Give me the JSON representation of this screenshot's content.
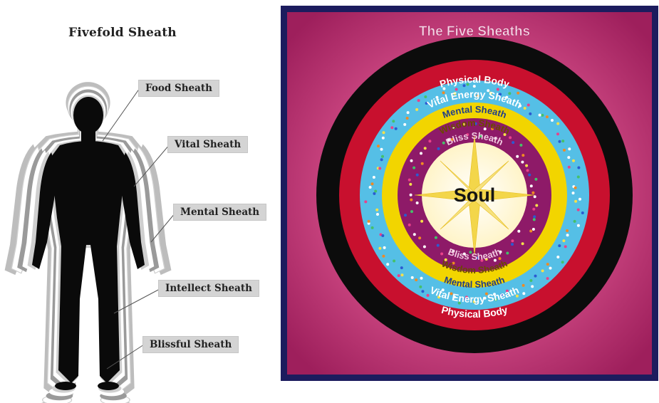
{
  "left_diagram": {
    "title": "Fivefold Sheath",
    "labels": [
      {
        "key": "food",
        "text": "Food Sheath"
      },
      {
        "key": "vital",
        "text": "Vital Sheath"
      },
      {
        "key": "mental",
        "text": "Mental Sheath"
      },
      {
        "key": "intellect",
        "text": "Intellect Sheath"
      },
      {
        "key": "blissful",
        "text": "Blissful Sheath"
      }
    ]
  },
  "right_diagram": {
    "title": "The Five Sheaths",
    "center_label": "Soul",
    "rings": [
      {
        "key": "physical",
        "top_label": "Physical Body",
        "bottom_label": "Physical Body",
        "color": "#0c0c0c"
      },
      {
        "key": "vital",
        "top_label": "Vital Energy Sheath",
        "bottom_label": "Vital Energy Sheath",
        "color": "#c8102e"
      },
      {
        "key": "mental",
        "top_label": "Mental Sheath",
        "bottom_label": "Mental Sheath",
        "color": "#55bfe6"
      },
      {
        "key": "wisdom",
        "top_label": "Wisdom Sheath",
        "bottom_label": "Wisdom Sheath",
        "color": "#f2d500"
      },
      {
        "key": "bliss",
        "top_label": "Bliss Sheath",
        "bottom_label": "Bliss Sheath",
        "color": "#8e1a68"
      }
    ],
    "background_color": "#b8306e",
    "frame_color": "#1c1c5e",
    "core_color": "#fffbe8",
    "star_color": "#f3d64a"
  }
}
